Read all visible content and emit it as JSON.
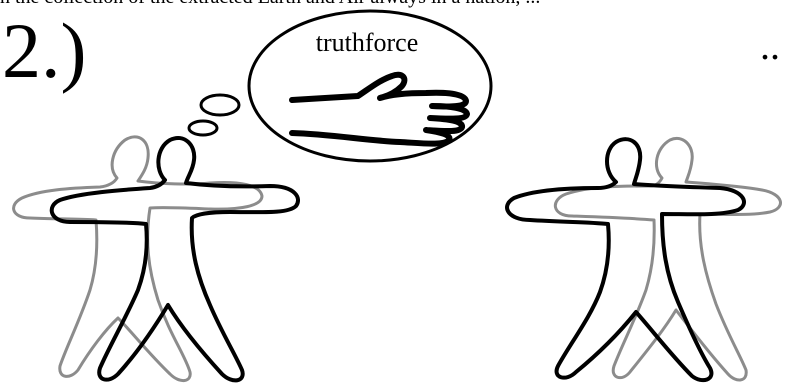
{
  "top_fragment": "n the collection of the extracted Earth and Air always in a nation, ...",
  "step_number": "2.)",
  "ellipsis": "..",
  "thought_bubble": {
    "label": "truthforce"
  },
  "colors": {
    "outline_front": "#000000",
    "outline_shadow": "#8c8c8c",
    "background": "#ffffff"
  }
}
